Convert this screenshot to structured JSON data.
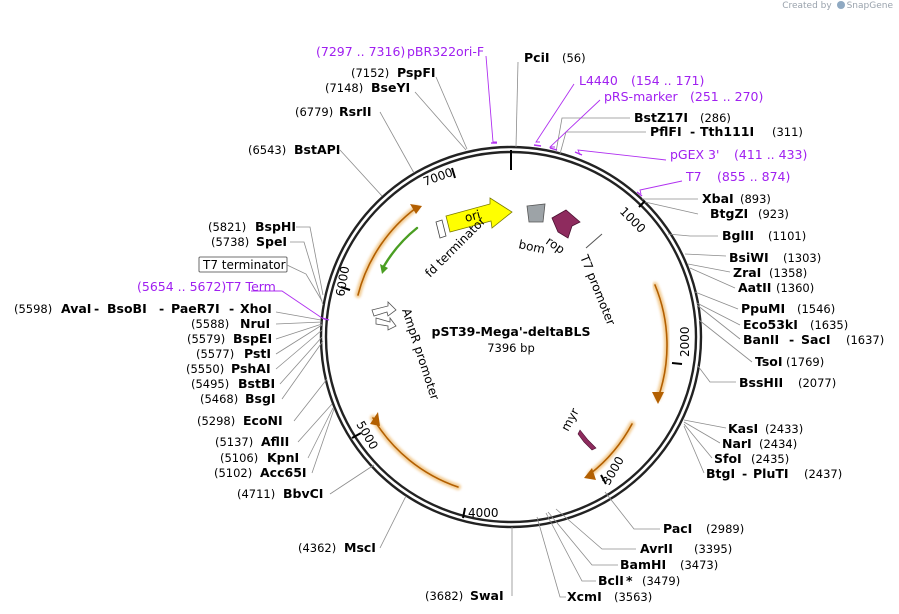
{
  "credit": {
    "prefix": "Created by",
    "brand": "SnapGene"
  },
  "plasmid": {
    "name": "pST39-Mega'-deltaBLS",
    "length_label": "7396 bp"
  },
  "ticks": [
    "1000",
    "2000",
    "3000",
    "4000",
    "5000",
    "6000",
    "7000"
  ],
  "features": {
    "ori": "ori",
    "fd_terminator": "fd terminator",
    "bom": "bom",
    "rop": "rop",
    "t7_promoter": "T7 promoter",
    "ampr_promoter": "AmpR promoter",
    "myr": "myr",
    "t7_terminator": "T7 terminator"
  },
  "enzymes_right": [
    {
      "name": "PciI",
      "pos": "(56)"
    },
    {
      "name": "BstZ17I",
      "pos": "(286)"
    },
    {
      "name": "PflFI",
      "sep": "-",
      "name2": "Tth111I",
      "pos": "(311)"
    },
    {
      "name": "XbaI",
      "pos": "(893)"
    },
    {
      "name": "BtgZI",
      "pos": "(923)"
    },
    {
      "name": "BglII",
      "pos": "(1101)"
    },
    {
      "name": "BsiWI",
      "pos": "(1303)"
    },
    {
      "name": "ZraI",
      "pos": "(1358)"
    },
    {
      "name": "AatII",
      "pos": "(1360)"
    },
    {
      "name": "PpuMI",
      "pos": "(1546)"
    },
    {
      "name": "Eco53kI",
      "pos": "(1635)"
    },
    {
      "name": "BanII",
      "sep": "-",
      "name2": "SacI",
      "pos": "(1637)"
    },
    {
      "name": "TsoI",
      "pos": "(1769)"
    },
    {
      "name": "BssHII",
      "pos": "(2077)"
    },
    {
      "name": "KasI",
      "pos": "(2433)"
    },
    {
      "name": "NarI",
      "pos": "(2434)"
    },
    {
      "name": "SfoI",
      "pos": "(2435)"
    },
    {
      "name": "BtgI",
      "sep": "-",
      "name2": "PluTI",
      "pos": "(2437)"
    },
    {
      "name": "PacI",
      "pos": "(2989)"
    },
    {
      "name": "AvrII",
      "pos": "(3395)"
    },
    {
      "name": "BamHI",
      "pos": "(3473)"
    },
    {
      "name": "BclI",
      "mark": "*",
      "pos": "(3479)"
    },
    {
      "name": "XcmI",
      "pos": "(3563)"
    }
  ],
  "enzymes_left": [
    {
      "name": "PspFI",
      "pos": "(7152)"
    },
    {
      "name": "BseYI",
      "pos": "(7148)"
    },
    {
      "name": "RsrII",
      "pos": "(6779)"
    },
    {
      "name": "BstAPI",
      "pos": "(6543)"
    },
    {
      "name": "BspHI",
      "pos": "(5821)"
    },
    {
      "name": "SpeI",
      "pos": "(5738)"
    },
    {
      "name": "AvaI",
      "sep": "-",
      "name2": "BsoBI",
      "sep2": "-",
      "name3": "PaeR7I",
      "sep3": "-",
      "name4": "XhoI",
      "pos": "(5598)"
    },
    {
      "name": "NruI",
      "pos": "(5588)"
    },
    {
      "name": "BspEI",
      "pos": "(5579)"
    },
    {
      "name": "PstI",
      "pos": "(5577)"
    },
    {
      "name": "PshAI",
      "pos": "(5550)"
    },
    {
      "name": "BstBI",
      "pos": "(5495)"
    },
    {
      "name": "BsgI",
      "pos": "(5468)"
    },
    {
      "name": "EcoNI",
      "pos": "(5298)"
    },
    {
      "name": "AflII",
      "pos": "(5137)"
    },
    {
      "name": "KpnI",
      "pos": "(5106)"
    },
    {
      "name": "Acc65I",
      "pos": "(5102)"
    },
    {
      "name": "BbvCI",
      "pos": "(4711)"
    },
    {
      "name": "MscI",
      "pos": "(4362)"
    },
    {
      "name": "SwaI",
      "pos": "(3682)"
    }
  ],
  "primers": [
    {
      "name": "pBR322ori-F",
      "range": "(7297 .. 7316)"
    },
    {
      "name": "L4440",
      "range": "(154 .. 171)"
    },
    {
      "name": "pRS-marker",
      "range": "(251 .. 270)"
    },
    {
      "name": "pGEX 3'",
      "range": "(411 .. 433)"
    },
    {
      "name": "T7",
      "range": "(855 .. 874)"
    },
    {
      "name": "T7 Term",
      "range": "(5654 .. 5672)"
    }
  ],
  "colors": {
    "primer": "#a020f0",
    "orf": "#e8a33d",
    "ori": "#ffff00",
    "rop": "#8e2b5e",
    "bom": "#9da3a7",
    "fd": "#ffffff",
    "green": "#4a9e22"
  }
}
